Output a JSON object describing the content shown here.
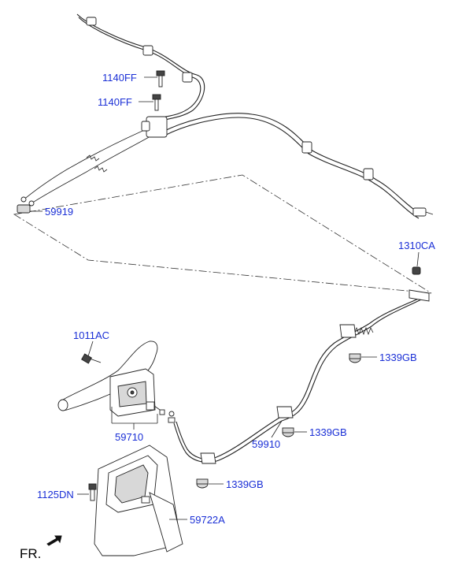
{
  "callouts": {
    "c1140ff_a": "1140FF",
    "c1140ff_b": "1140FF",
    "c59919": "59919",
    "c1310ca": "1310CA",
    "c1339gb_a": "1339GB",
    "c1011ac": "1011AC",
    "c59710": "59710",
    "c59910": "59910",
    "c1339gb_b": "1339GB",
    "c1125dn": "1125DN",
    "c1339gb_c": "1339GB",
    "c59722a": "59722A"
  },
  "fr_label": "FR.",
  "colors": {
    "callout": "#1a2fd6",
    "line": "#222222"
  }
}
